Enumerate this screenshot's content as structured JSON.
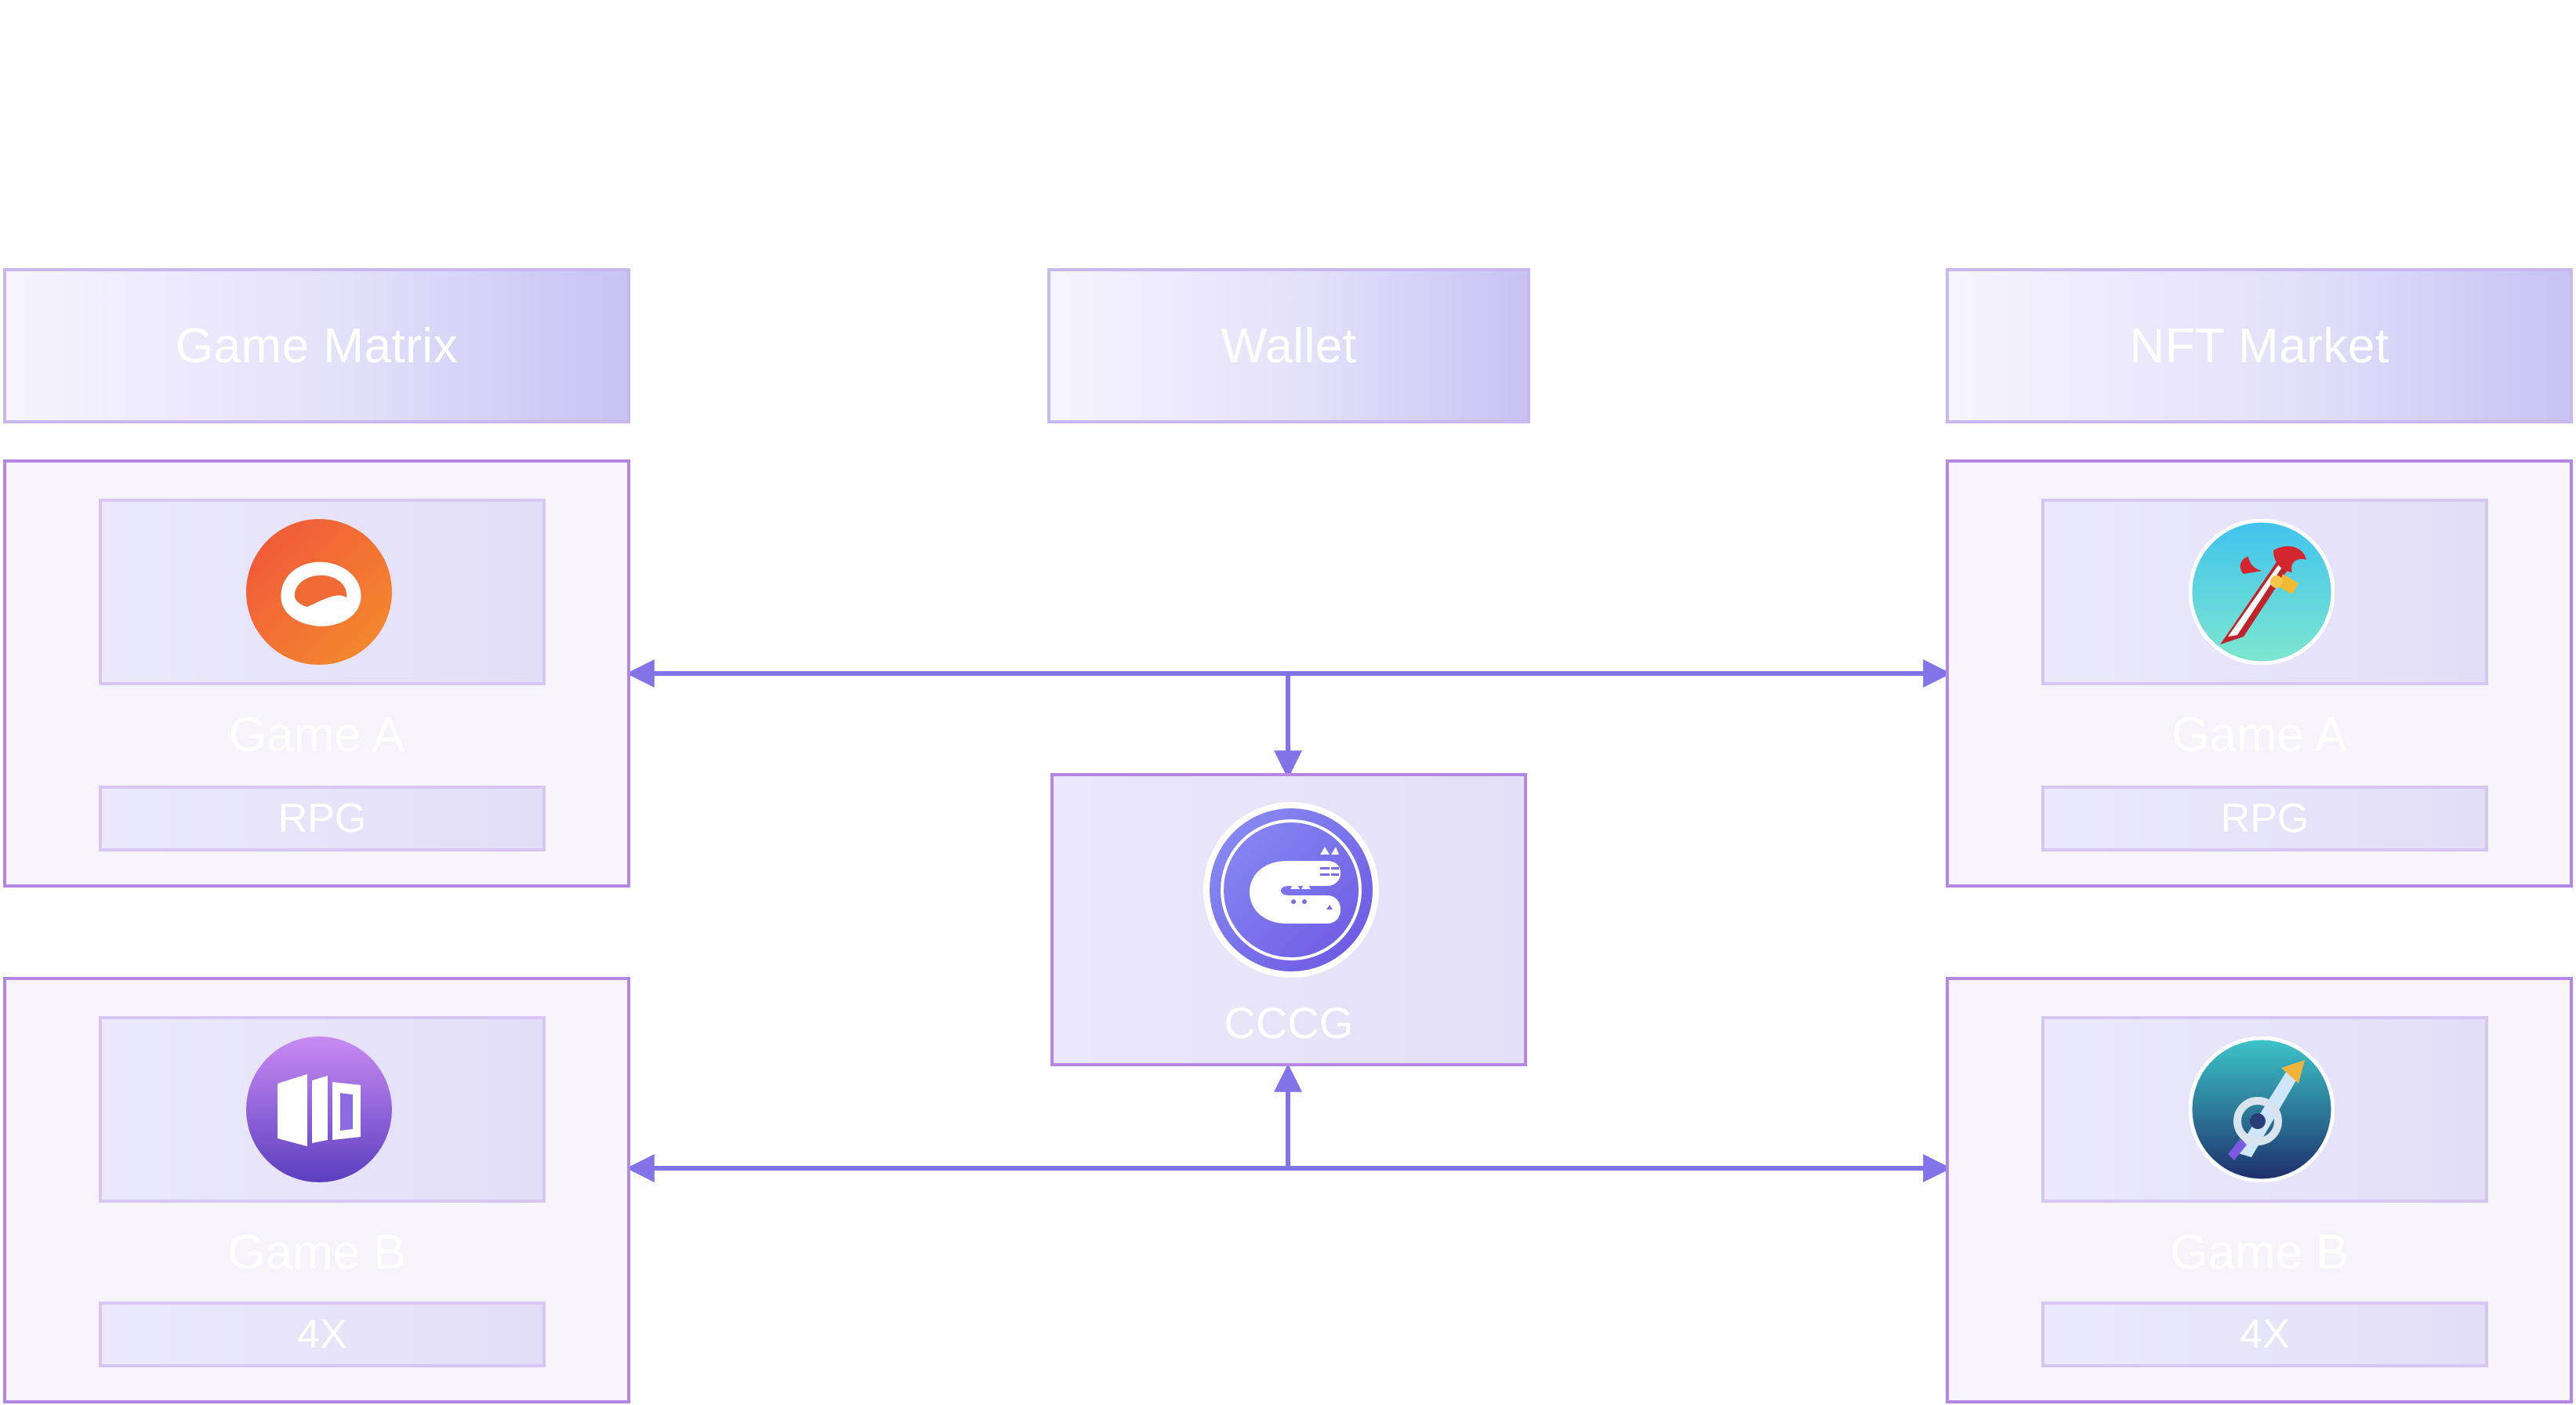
{
  "headers": {
    "game_matrix": "Game Matrix",
    "wallet": "Wallet",
    "nft_market": "NFT Market"
  },
  "left_games": [
    {
      "name": "Game A",
      "genre": "RPG",
      "icon": "red-orange-ring-icon"
    },
    {
      "name": "Game B",
      "genre": "4X",
      "icon": "purple-cube-icon"
    }
  ],
  "right_games": [
    {
      "name": "Game A",
      "genre": "RPG",
      "icon": "red-sword-icon"
    },
    {
      "name": "Game B",
      "genre": "4X",
      "icon": "blue-blade-icon"
    }
  ],
  "center": {
    "label": "CCCG",
    "icon": "cccg-cat-logo-icon"
  },
  "colors": {
    "accent": "#8173e8",
    "border": "#b487e3",
    "box_bg": "#f6f3fb"
  }
}
